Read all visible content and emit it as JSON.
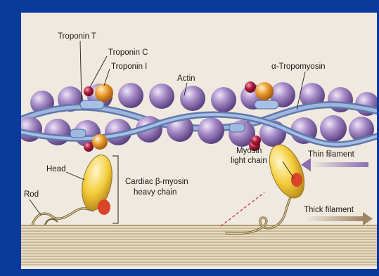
{
  "labels": {
    "troponin_t": "Troponin T",
    "troponin_c": "Troponin C",
    "troponin_i": "Troponin I",
    "actin": "Actin",
    "tropomyosin": "α-Tropomyosin",
    "myosin_light_chain_1": "Myosin",
    "myosin_light_chain_2": "light chain",
    "head": "Head",
    "rod": "Rod",
    "heavy_chain_1": "Cardiac β-myosin",
    "heavy_chain_2": "heavy chain",
    "thin_filament": "Thin filament",
    "thick_filament": "Thick filament"
  },
  "colors": {
    "border": "#0a3a9c",
    "background": "#efe9df",
    "actin": "#8f6fb3",
    "tropomyosin": "#7f98c8",
    "troponin_c": "#b01a3c",
    "troponin_i": "#eb9a2c",
    "myosin_head": "#f3cd3a",
    "light_chain": "#d8452a",
    "thin_arrow": "#8a6fb0",
    "thick_arrow": "#a08565"
  }
}
